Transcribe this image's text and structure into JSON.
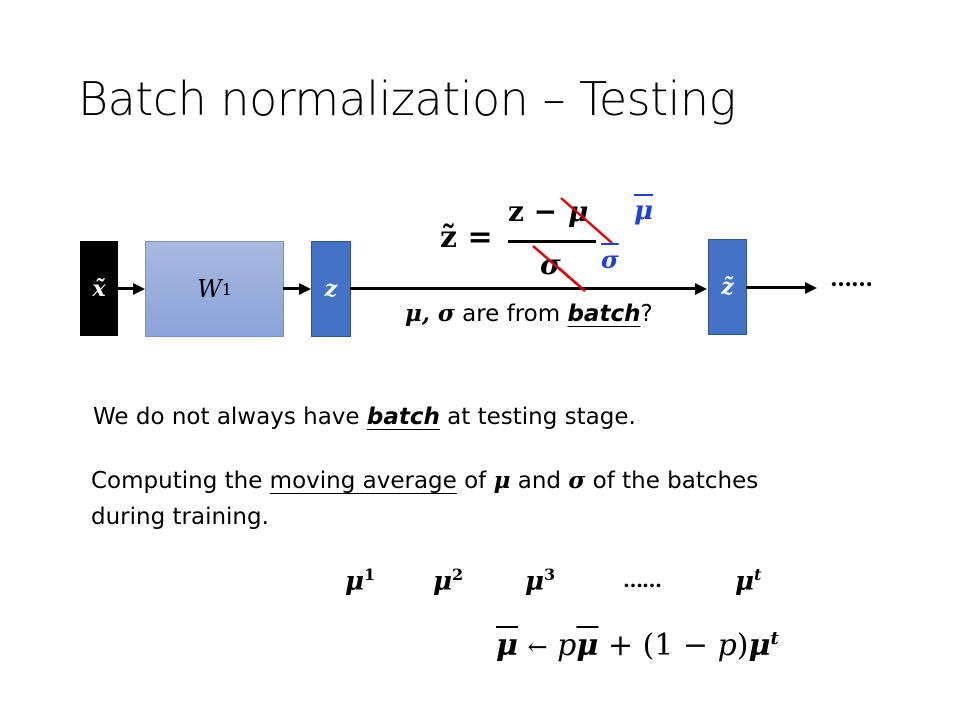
{
  "slide": {
    "title": "Batch normalization – Testing"
  },
  "diagram": {
    "input_label": "x̃",
    "weight_label": "W",
    "weight_superscript": "1",
    "z_label": "z",
    "z_tilde_label": "z̃",
    "ellipsis": "……",
    "formula": {
      "lhs": "z̃ =",
      "numerator_z": "z −",
      "numerator_mu": "μ",
      "denominator_sigma": "σ",
      "replacement_mu": "μ",
      "replacement_sigma": "σ",
      "strike_color": "#e00000",
      "replacement_color": "#1f3fd8"
    },
    "question": {
      "symbols": "μ, σ",
      "text_before": " are from ",
      "emphasis": "batch",
      "text_after": "?"
    }
  },
  "body": {
    "line1": {
      "before": "We do not always have ",
      "emphasis": "batch",
      "after": " at testing stage."
    },
    "line2": {
      "before": "Computing the ",
      "underlined": "moving average",
      "of": " of ",
      "mu": "μ",
      "and": " and ",
      "sigma": "σ",
      "after": " of the batches",
      "line2b": "during training."
    },
    "sequence": {
      "items": [
        {
          "base": "μ",
          "sup": "1"
        },
        {
          "base": "μ",
          "sup": "2"
        },
        {
          "base": "μ",
          "sup": "3"
        },
        {
          "base": "……",
          "sup": ""
        },
        {
          "base": "μ",
          "sup": "t"
        }
      ]
    },
    "update_rule": {
      "lhs": "μ",
      "arrow": "←",
      "p": "p",
      "mu_bar": "μ",
      "middle": " + (1 − ",
      "p2": "p",
      "close": ")",
      "mu_t": "μ",
      "sup_t": "t"
    }
  }
}
